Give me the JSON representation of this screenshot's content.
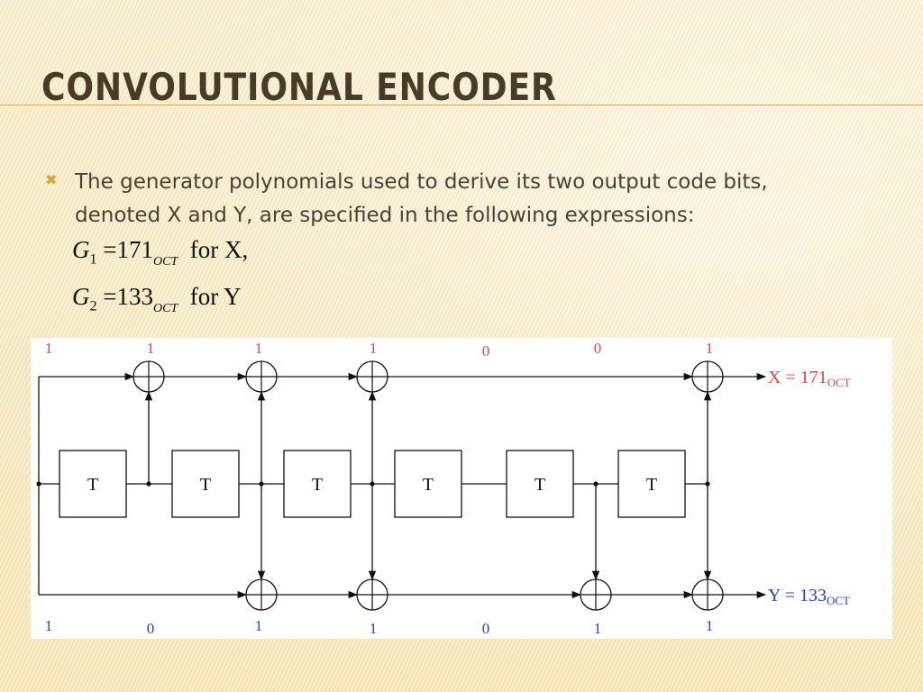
{
  "slide": {
    "title": "Convolutional Encoder",
    "bullet_icon": "x-bullet-icon",
    "bullet_text": "The generator polynomials used to derive its two output code bits, denoted X and Y, are specified in the following expressions:",
    "equations": [
      {
        "symbol": "G",
        "index": "1",
        "equals": "=",
        "value": "171",
        "unit": "OCT",
        "suffix": "for X,"
      },
      {
        "symbol": "G",
        "index": "2",
        "equals": "=",
        "value": "133",
        "unit": "OCT",
        "suffix": "for Y"
      }
    ]
  },
  "diagram": {
    "register_label": "T",
    "top_coeffs": [
      "1",
      "1",
      "1",
      "1",
      "0",
      "0",
      "1"
    ],
    "bottom_coeffs": [
      "1",
      "0",
      "1",
      "1",
      "0",
      "1",
      "1"
    ],
    "output_x": {
      "label": "X = 171",
      "sub": "OCT"
    },
    "output_y": {
      "label": "Y = 133",
      "sub": "OCT"
    },
    "colors": {
      "x": "#e0464e",
      "y": "#1f3fd6",
      "line": "#111111",
      "coeff_top": "#e0464e",
      "coeff_bottom": "#1f3fd6"
    }
  }
}
